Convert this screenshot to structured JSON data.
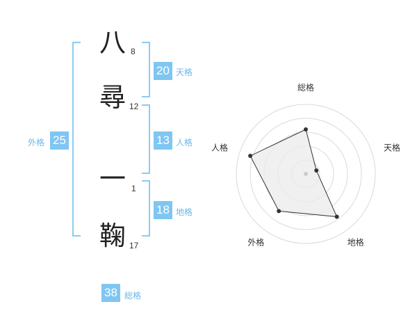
{
  "name": {
    "chars": [
      {
        "kanji": "八",
        "strokes": "8"
      },
      {
        "kanji": "尋",
        "strokes": "12"
      },
      {
        "kanji": "一",
        "strokes": "1"
      },
      {
        "kanji": "鞠",
        "strokes": "17"
      }
    ]
  },
  "fortunes": {
    "tenkaku": {
      "value": "20",
      "label": "天格"
    },
    "jinkaku": {
      "value": "13",
      "label": "人格"
    },
    "chikaku": {
      "value": "18",
      "label": "地格"
    },
    "gaikaku": {
      "value": "25",
      "label": "外格"
    },
    "soukaku": {
      "value": "38",
      "label": "総格"
    }
  },
  "radar": {
    "axes": [
      "総格",
      "天格",
      "地格",
      "外格",
      "人格"
    ],
    "levels": 5,
    "values": [
      3.2,
      0.8,
      3.8,
      3.3,
      4.2
    ],
    "max": 5,
    "fill_color": "#ebebeb",
    "grid_color": "#d9d9d9",
    "line_color": "#333333"
  }
}
